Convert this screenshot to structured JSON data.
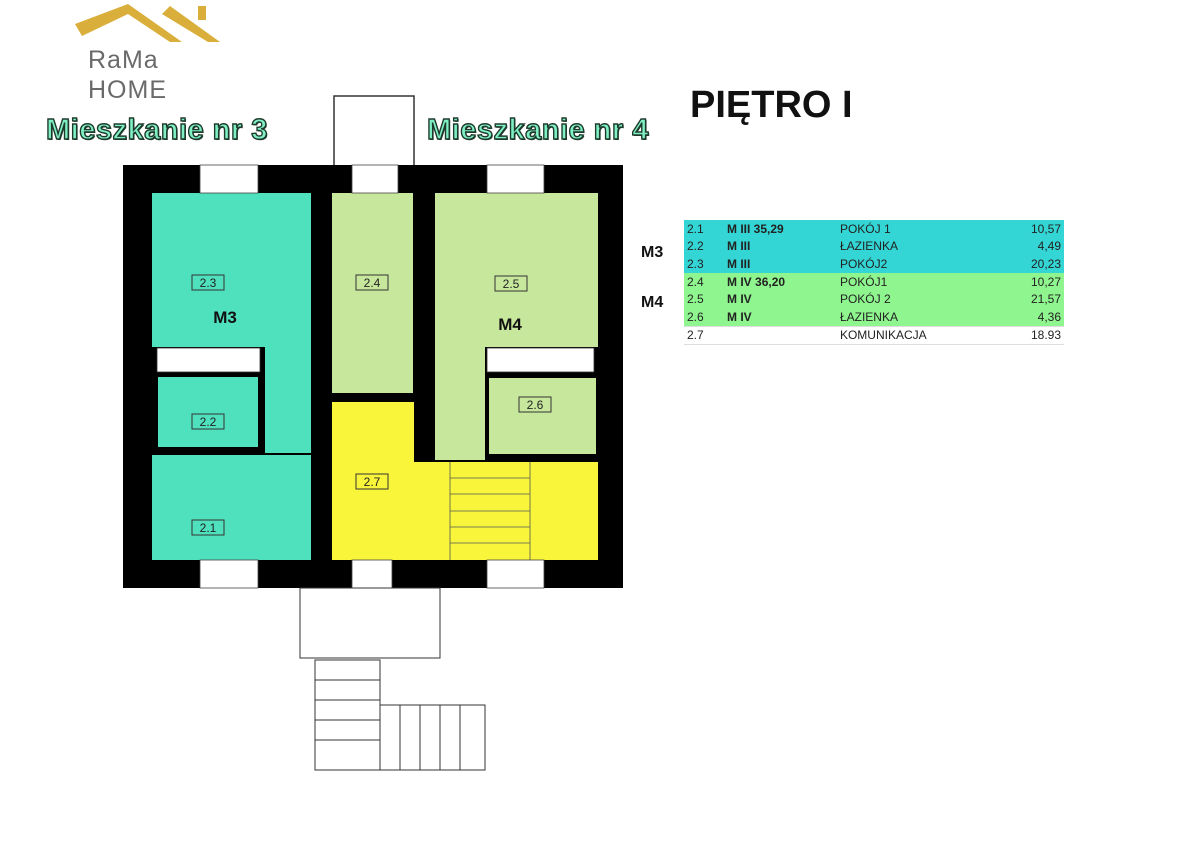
{
  "logo": {
    "line1": "RaMa",
    "line2": "HOME",
    "brand_color": "#d9ae3a"
  },
  "apartments": {
    "left_label": "Mieszkanie nr 3",
    "right_label": "Mieszkanie nr 4"
  },
  "title": "PIĘTRO I",
  "plan": {
    "rooms": {
      "r21": "2.1",
      "r22": "2.2",
      "r23": "2.3",
      "r24": "2.4",
      "r25": "2.5",
      "r26": "2.6",
      "r27": "2.7"
    },
    "unit_labels": {
      "m3": "M3",
      "m4": "M4"
    },
    "colors": {
      "m3": "#4fe0bd",
      "m4": "#c6e79c",
      "common": "#f8f53a",
      "wall": "#000000"
    }
  },
  "table": {
    "group_labels": {
      "m3": "M3",
      "m4": "M4"
    },
    "rows": [
      {
        "id": "2.1",
        "unit": "M III 35,29",
        "room": "POKÓJ 1",
        "area": "10,57"
      },
      {
        "id": "2.2",
        "unit": "M III",
        "room": "ŁAZIENKA",
        "area": "4,49"
      },
      {
        "id": "2.3",
        "unit": "M III",
        "room": "POKÓJ2",
        "area": "20,23"
      },
      {
        "id": "2.4",
        "unit": "M IV 36,20",
        "room": "POKÓJ1",
        "area": "10,27"
      },
      {
        "id": "2.5",
        "unit": "M IV",
        "room": "POKÓJ 2",
        "area": "21,57"
      },
      {
        "id": "2.6",
        "unit": "M IV",
        "room": "ŁAZIENKA",
        "area": "4,36"
      },
      {
        "id": "2.7",
        "unit": "",
        "room": "KOMUNIKACJA",
        "area": "18.93"
      }
    ]
  }
}
